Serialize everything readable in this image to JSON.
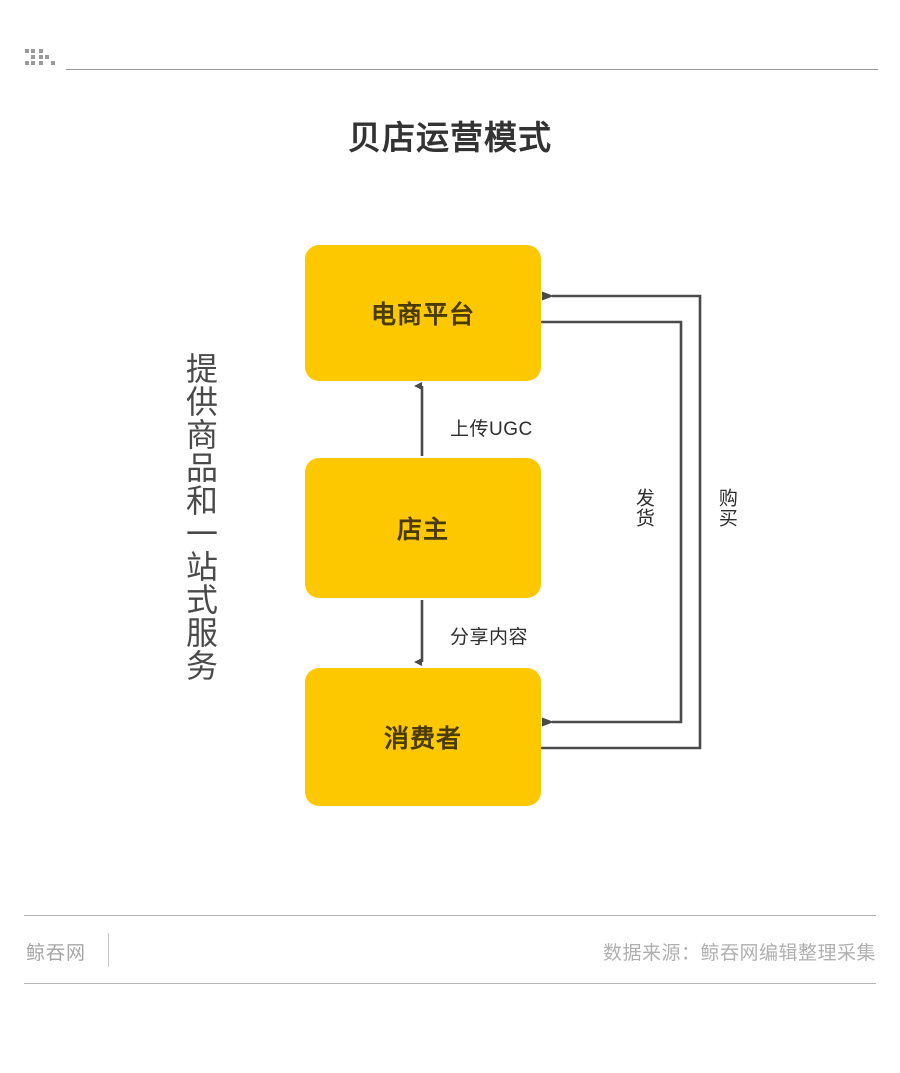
{
  "header": {
    "logo_name": "jingtunwang-logo"
  },
  "title": "贝店运营模式",
  "side_caption": "提供商品和一站式服务",
  "diagram": {
    "type": "flow",
    "nodes": [
      {
        "id": "platform",
        "label": "电商平台"
      },
      {
        "id": "owner",
        "label": "店主"
      },
      {
        "id": "consumer",
        "label": "消费者"
      }
    ],
    "edges": [
      {
        "from": "owner",
        "to": "platform",
        "label": "上传UGC",
        "direction": "up"
      },
      {
        "from": "owner",
        "to": "consumer",
        "label": "分享内容",
        "direction": "down"
      },
      {
        "from": "platform",
        "to": "consumer",
        "label": "发货",
        "direction": "right-loop-inner"
      },
      {
        "from": "consumer",
        "to": "platform",
        "label": "购买",
        "direction": "right-loop-outer"
      }
    ],
    "node_color": "#FDC800",
    "line_color": "#4a4a4a"
  },
  "footer": {
    "brand": "鲸吞网",
    "source": "数据来源：鲸吞网编辑整理采集"
  }
}
